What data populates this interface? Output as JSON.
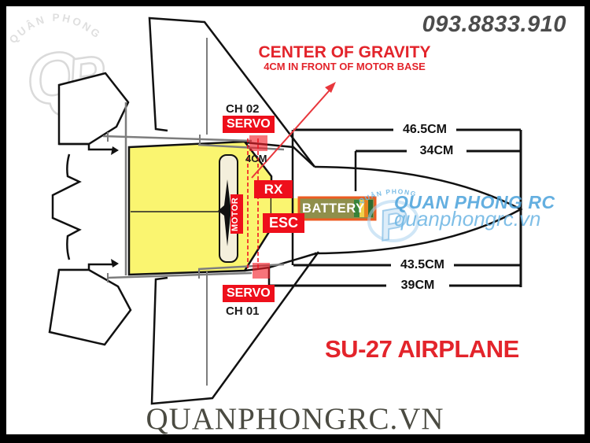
{
  "header": {
    "phone": "093.8833.910"
  },
  "cog": {
    "title": "CENTER OF GRAVITY",
    "subtitle": "4CM IN FRONT OF MOTOR BASE",
    "offset": "4CM"
  },
  "components": {
    "ch02": "CH 02",
    "servo_top": "SERVO",
    "rx": "RX",
    "battery": "BATTERY",
    "esc": "ESC",
    "motor": "MOTOR",
    "servo_bottom": "SERVO",
    "ch01": "CH 01"
  },
  "measurements": {
    "top_outer": "46.5CM",
    "top_inner": "34CM",
    "bottom_inner": "43.5CM",
    "bottom_outer": "39CM"
  },
  "title": {
    "plane": "SU-27 AIRPLANE"
  },
  "watermarks": {
    "corner_arc": "QUÂN PHONG",
    "corner_q": "Q",
    "corner_p": "P",
    "brand": "QUAN PHONG RC",
    "site": "quanphongrc.vn",
    "brand_arc": "QUÂN PHONG",
    "brand_letter": "P",
    "footer": "QUANPHONGRC.VN"
  },
  "colors": {
    "red-box": "#EE0F1B",
    "red-text": "#E3242B",
    "yellow": "#FAF570",
    "olive": "#8F8F4B",
    "battery-border": "#EC5B22",
    "blue": "#4FA5DC",
    "blue-light": "#6FB7E4",
    "gray-text": "#4C4C4C",
    "footer-color": "#4B4B42"
  }
}
